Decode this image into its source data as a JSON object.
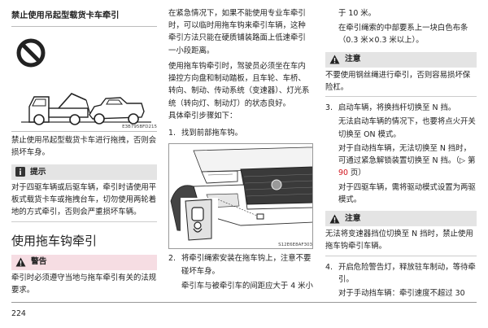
{
  "col1": {
    "title": "禁止使用吊起型载货卡车牵引",
    "figure_code": "E3B795BFD215",
    "para1": "禁止使用吊起型载货卡车进行拖拽，否则会损坏车身。",
    "tip_title": "提示",
    "tip_text": "对于四驱车辆或后驱车辆，牵引时请使用平板式载货卡车或拖拽台车，切勿使用两轮着地的方式牵引，否则会严重损坏车辆。",
    "section_title": "使用拖车钩牵引",
    "warning_title": "警告",
    "warning_text": "牵引时必须遵守当地与拖车牵引有关的法规要求。"
  },
  "col2": {
    "para1": "在紧急情况下，如果不能使用专业车牵引时，可以临时用拖车钩来牵引车辆，这种牵引方法只能在硬质铺装路面上低速牵引一小段距离。",
    "para2": "使用拖车钩牵引时，驾驶员必须坐在车内操控方向盘和制动踏板，且车轮、车桥、转向、制动、传动系统（变速器）、灯光系统（转向灯、制动灯）的状态良好。",
    "para3": "具体牵引步骤如下：",
    "step1_num": "1.",
    "step1_text": "找到前部拖车钩。",
    "figure_code": "S12E6E8AF303",
    "step2_num": "2.",
    "step2_text": "将牵引绳索安装在拖车钩上，注意不要碰坏车身。",
    "step2_sub": "牵引车与被牵引车的间距应大于 4 米小"
  },
  "col3": {
    "cont1": "于 10 米。",
    "cont2": "在牵引绳索的中部要系上一块白色布条（0.3 米×0.3 米以上）。",
    "note1_title": "注意",
    "note1_text": "不要使用钢丝绳进行牵引，否则容易损坏保险杠。",
    "step3_num": "3.",
    "step3_text": "启动车辆，将换挡杆切换至 N 挡。",
    "step3_sub1": "无法启动车辆的情况下，也要将点火开关切换至 ON 模式。",
    "step3_sub2_pre": "对于自动挡车辆，无法切换至 N 挡时，可通过紧急解锁装置切换至 N 挡。（▷ 第",
    "step3_sub2_page": " 90 ",
    "step3_sub2_post": "页）",
    "step3_sub3": "对于四驱车辆，需将驱动模式设置为两驱模式。",
    "note2_title": "注意",
    "note2_text": "无法将变速器挡位切换至 N 挡时，禁止使用拖车钩牵引车辆。",
    "step4_num": "4.",
    "step4_text": "开启危险警告灯，释放驻车制动，等待牵引。",
    "step4_sub": "对于手动挡车辆：牵引速度不超过 30"
  },
  "footer": {
    "page_number": "224"
  },
  "colors": {
    "tip_bg": "#e4e4e4",
    "warning_bg": "#f6dde3",
    "page_ref": "#d0121b"
  },
  "icons": [
    "no-entry-icon",
    "info-icon",
    "warning-triangle-icon"
  ]
}
